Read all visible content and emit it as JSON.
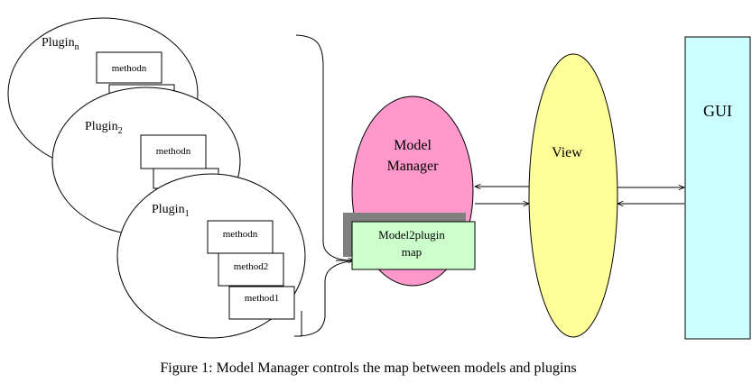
{
  "plugins": [
    {
      "name": "Plugin",
      "subscript": "n",
      "methods": [
        "methodn"
      ]
    },
    {
      "name": "Plugin",
      "subscript": "2",
      "methods": [
        "methodn"
      ]
    },
    {
      "name": "Plugin",
      "subscript": "1",
      "methods": [
        "methodn",
        "method2",
        "method1"
      ]
    }
  ],
  "model_manager": {
    "line1": "Model",
    "line2": "Manager",
    "color": "#ff99cc"
  },
  "map_box": {
    "line1": "Model2plugin",
    "line2": "map",
    "color": "#ccffcc"
  },
  "view": {
    "label": "View",
    "color": "#ffff99"
  },
  "gui": {
    "label": "GUI",
    "color": "#ccffff"
  },
  "caption": "Figure 1: Model Manager controls the map between models and plugins"
}
